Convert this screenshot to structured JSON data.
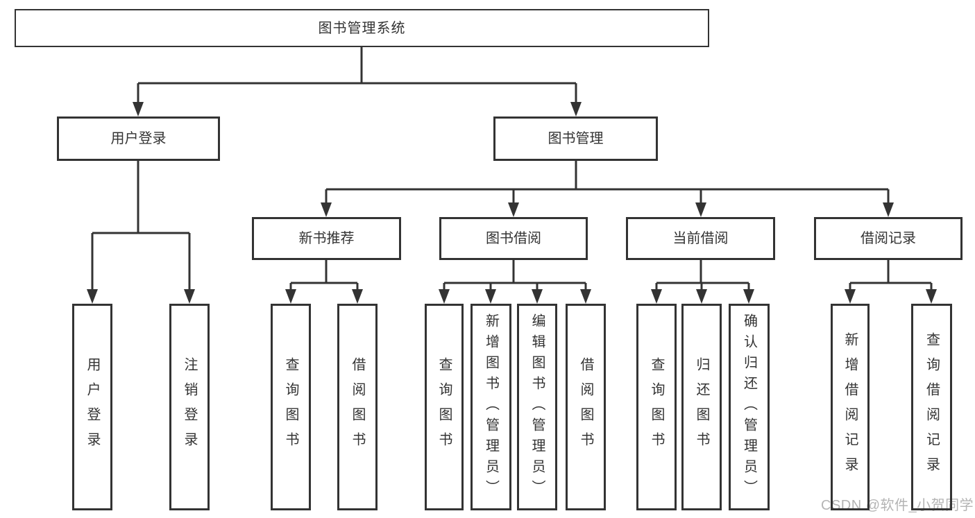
{
  "diagram": {
    "watermark": "CSDN @软件_小贺同学",
    "colors": {
      "line": "#333333",
      "text": "#333333",
      "box_background": "#ffffff",
      "watermark": "#b4b4b4",
      "page_background": "#ffffff"
    },
    "tree": {
      "label": "图书管理系统",
      "children": [
        {
          "label": "用户登录",
          "children": [
            {
              "label": "用户登录"
            },
            {
              "label": "注销登录"
            }
          ]
        },
        {
          "label": "图书管理",
          "children": [
            {
              "label": "新书推荐",
              "children": [
                {
                  "label": "查询图书"
                },
                {
                  "label": "借阅图书"
                }
              ]
            },
            {
              "label": "图书借阅",
              "children": [
                {
                  "label": "查询图书"
                },
                {
                  "label": "新增图书（管理员）"
                },
                {
                  "label": "编辑图书（管理员）"
                },
                {
                  "label": "借阅图书"
                }
              ]
            },
            {
              "label": "当前借阅",
              "children": [
                {
                  "label": "查询图书"
                },
                {
                  "label": "归还图书"
                },
                {
                  "label": "确认归还（管理员）"
                }
              ]
            },
            {
              "label": "借阅记录",
              "children": [
                {
                  "label": "新增借阅记录"
                },
                {
                  "label": "查询借阅记录"
                }
              ]
            }
          ]
        }
      ]
    }
  }
}
